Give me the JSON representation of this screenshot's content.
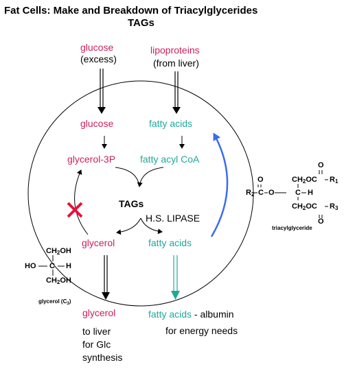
{
  "title": {
    "line1": "Fat Cells: Make and Breakdown of Triacylglycerides",
    "line2": "TAGs"
  },
  "inputs": {
    "glucose": "glucose",
    "glucose_note": "(excess)",
    "lipoproteins": "lipoproteins",
    "lipoproteins_note": "(from liver)"
  },
  "cell": {
    "glucose": "glucose",
    "fatty_acids_top": "fatty acids",
    "glycerol_3p": "glycerol-3P",
    "fatty_acyl_coa": "fatty acyl CoA",
    "tags": "TAGs",
    "hs_lipase": "H.S. LIPASE",
    "glycerol": "glycerol",
    "fatty_acids_bottom": "fatty acids"
  },
  "outputs": {
    "glycerol": "glycerol",
    "glycerol_note1": "to liver",
    "glycerol_note2": "for Glc",
    "glycerol_note3": "synthesis",
    "fatty_acids": "fatty acids",
    "albumin": " - albumin",
    "energy": "for energy needs"
  },
  "glycerol_structure": {
    "top": "CH",
    "top_tail": "OH",
    "mid_left": "HO",
    "mid_c": "C",
    "mid_h": "H",
    "bottom": "CH",
    "bottom_tail": "OH",
    "sub": "2",
    "caption": "glycerol (C",
    "caption_sub": "3",
    "caption_end": ")"
  },
  "tag_structure": {
    "o_left": "O",
    "o_right": "O",
    "o_bottom": "O",
    "r2": "R",
    "r2_sub": "2",
    "c_left": "C",
    "o_link": "O",
    "ch2oc_top": "CH",
    "ch2oc_top_tail": "OC",
    "r1": "R",
    "r1_sub": "1",
    "ch": "C",
    "h": "H",
    "ch2oc_bottom": "CH",
    "ch2oc_bottom_tail": "OC",
    "r3": "R",
    "r3_sub": "3",
    "sub": "2",
    "caption": "triacylglyceride"
  },
  "colors": {
    "pink": "#cc1f5a",
    "teal": "#1fa89a",
    "blue_arrow": "#3a6cf0",
    "red_x": "#e8103a"
  }
}
